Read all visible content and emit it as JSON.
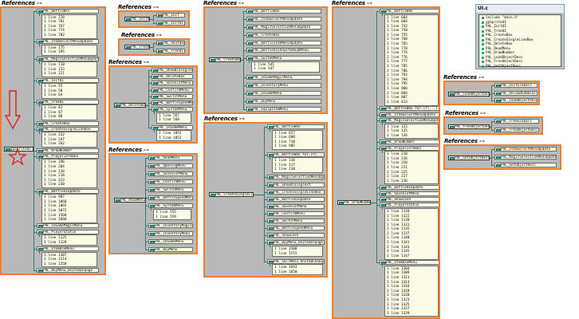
{
  "window": {
    "title": "References"
  },
  "panels": [
    {
      "title": "References",
      "source": "gpSpriteUI",
      "callees": [
        {
          "name": "PAL_BattleWin",
          "lines": [
            "1 line 728",
            "1 line 781",
            "1 line 767",
            "1 line 774",
            "1 line 782"
          ]
        },
        {
          "name": "PAL_ItemSelectMenuUpdate",
          "lines": [
            "1 line 175",
            "1 line 195"
          ]
        },
        {
          "name": "PAL_MagicSelectionMenuUpdate",
          "lines": [
            "1 line 110",
            "1 line 153",
            "1 line 221"
          ]
        },
        {
          "name": "PAL_InitUI",
          "lines": [
            "1 line 55",
            "1 line 58",
            "1 line 64"
          ]
        },
        {
          "name": "PAL_FreeUI",
          "lines": [
            "1 line 81",
            "1 line 87",
            "1 line 88"
          ]
        },
        {
          "name": "PAL_CreateBox",
          "lines": []
        },
        {
          "name": "PAL_CreateSingleLineBox",
          "lines": [
            "1 line 232",
            "1 line 247",
            "1 line 262"
          ]
        },
        {
          "name": "PAL_DrawNumber",
          "lines": []
        },
        {
          "name": "PAL_PlayerInfoBox",
          "lines": [
            "1 line 196",
            "1 line 204",
            "1 line 210",
            "1 line 218",
            "1 line 223",
            "1 line 230"
          ]
        },
        {
          "name": "PAL_BattleUIUpdate",
          "lines": [
            "1 line 987",
            "1 line 1060",
            "1 line 1065",
            "1 line 1072",
            "1 line 1568",
            "1 line 1666"
          ]
        },
        {
          "name": "PAL_InGameMagicMenu",
          "lines": []
        },
        {
          "name": "PAL_PlayerStatus",
          "lines": [
            "1 line 1125",
            "1 line 1128"
          ]
        },
        {
          "name": "PAL_ItemUseMenu",
          "lines": [
            "1 line 1307",
            "1 line 1314",
            "1 line 1350"
          ]
        },
        {
          "name": "PAL_BuyMenu_OnItemChange",
          "lines": []
        }
      ]
    },
    {
      "title": "References",
      "source": "PAL_InitUI",
      "callees": [
        {
          "name": "PAL_Init",
          "lines": []
        },
        {
          "name": "PAL_InitUI",
          "lines": []
        }
      ]
    },
    {
      "title": "References",
      "source": "PAL_FreeUI",
      "callees": [
        {
          "name": "PAL_Shutdown",
          "lines": []
        },
        {
          "name": "PAL_FreeUI",
          "lines": []
        }
      ]
    },
    {
      "title": "References",
      "source": "PAL_DeleteBox",
      "callees": [
        {
          "name": "PAL_ShowDialogText",
          "lines": []
        },
        {
          "name": "PAL_DeleteBox",
          "lines": []
        },
        {
          "name": "PAL_SaveSlotMenu",
          "lines": []
        },
        {
          "name": "PAL_ConfirmMenu",
          "lines": []
        },
        {
          "name": "PAL_SwitchMenu",
          "lines": []
        },
        {
          "name": "PAL_BattleSpeedMenu",
          "lines": []
        },
        {
          "name": "PAL_SystemMenu",
          "lines": [
            "1 line 567",
            "1 line 568"
          ]
        },
        {
          "name": "PAL_InGameMenu",
          "lines": [
            "1 line 1052",
            "1 line 1053"
          ]
        }
      ]
    },
    {
      "title": "References",
      "source": "PAL_ReadMenu",
      "callees": [
        {
          "name": "PAL_ReadMenu",
          "lines": []
        },
        {
          "name": "PAL_OpeningMenu",
          "lines": []
        },
        {
          "name": "PAL_SaveSlotMenu",
          "lines": []
        },
        {
          "name": "PAL_ConfirmMenu",
          "lines": []
        },
        {
          "name": "PAL_SwitchMenu",
          "lines": []
        },
        {
          "name": "PAL_BattleSpeedMenu",
          "lines": []
        },
        {
          "name": "PAL_SystemMenu",
          "lines": [
            "1 line 555",
            "1 line 559"
          ]
        },
        {
          "name": "PAL_InventoryMagicMenu",
          "lines": []
        },
        {
          "name": "PAL_InventoryMenu",
          "lines": []
        },
        {
          "name": "PAL_InGameMenu",
          "lines": []
        },
        {
          "name": "PAL_BuyMenu",
          "lines": []
        }
      ]
    },
    {
      "title": "References",
      "source": "PAL_CreateBox",
      "callees": [
        {
          "name": "PAL_BattleWon",
          "lines": []
        },
        {
          "name": "PAL_ItemSelectMenuUpdate",
          "lines": []
        },
        {
          "name": "PAL_MagicSelectionMenuUpdate",
          "lines": []
        },
        {
          "name": "PAL_CreateBox",
          "lines": []
        },
        {
          "name": "PAL_BattleItemMenuUpdate",
          "lines": []
        },
        {
          "name": "PAL_BattleUIShowItemSubMenu",
          "lines": []
        },
        {
          "name": "PAL_SystemMenu",
          "lines": [
            "1 line 545",
            "1 line 547"
          ]
        },
        {
          "name": "PAL_InGameMagicMenu",
          "lines": []
        },
        {
          "name": "PAL_InventoryMenu",
          "lines": []
        },
        {
          "name": "PAL_InGameMenu",
          "lines": []
        },
        {
          "name": "PAL_BuyMenu",
          "lines": []
        },
        {
          "name": "PAL_EquipItemMenu",
          "lines": []
        }
      ]
    },
    {
      "title": "References",
      "source": "PAL_CreateSingleLineBox",
      "callees": [
        {
          "name": "PAL_BattleWon",
          "lines": [
            "1 line 657",
            "1 line 688",
            "1 line 718",
            "1 line 905"
          ]
        },
        {
          "name": "PAL_BattleWon.for.if(...)",
          "lines": [
            "1 line 110",
            "1 line 117",
            "1 line 130"
          ]
        },
        {
          "name": "PAL_MagicSelectionMenuUpdate",
          "lines": []
        },
        {
          "name": "PAL_ShowDialogText",
          "lines": []
        },
        {
          "name": "PAL_CreateSingleLineBox",
          "lines": []
        },
        {
          "name": "PAL_BattleUIUpdate",
          "lines": []
        },
        {
          "name": "PAL_SaveSlotMenu",
          "lines": []
        },
        {
          "name": "PAL_ConfirmMenu",
          "lines": []
        },
        {
          "name": "PAL_SwitchMenu",
          "lines": []
        },
        {
          "name": "PAL_BattleSpeedMenu",
          "lines": []
        },
        {
          "name": "PAL_ShowCash",
          "lines": []
        },
        {
          "name": "PAL_BuyMenu_OnItemChange",
          "lines": [
            "1 line 1508",
            "1 line 1515"
          ]
        },
        {
          "name": "PAL_SellMenu_OnItemChange",
          "lines": [
            "1 line 1643",
            "1 line 1650"
          ]
        }
      ]
    },
    {
      "title": "References",
      "source": "PAL_DrawNumber",
      "callees": [
        {
          "name": "PAL_BattleWon",
          "lines": [
            "1 line 664",
            "1 line 684",
            "1 line 743",
            "1 line 750",
            "1 line 755",
            "1 line 760",
            "1 line 765",
            "1 line 770",
            "1 line 774",
            "1 line 776",
            "1 line 777",
            "1 line 785",
            "1 line 786",
            "1 line 793",
            "1 line 794",
            "1 line 795",
            "1 line 800",
            "1 line 804",
            "1 line 807",
            "1 line 813"
          ]
        },
        {
          "name": "PAL_BattleWon.for.if(...)",
          "lines": []
        },
        {
          "name": "PAL_ItemSelectMenuUpdate",
          "lines": []
        },
        {
          "name": "PAL_MagicSelectionMenuUpdate",
          "lines": [
            "1 line 122",
            "1 line 125",
            "1 line 136"
          ]
        },
        {
          "name": "PAL_DrawNumber",
          "lines": []
        },
        {
          "name": "PAL_PlayerInfoBox",
          "lines": [
            "1 line 210",
            "1 line 216",
            "1 line 220",
            "1 line 221",
            "1 line 225",
            "1 line 227",
            "1 line 236"
          ]
        },
        {
          "name": "PAL_BattleUIUpdate",
          "lines": []
        },
        {
          "name": "PAL_SaveSlotMenu",
          "lines": []
        },
        {
          "name": "PAL_ShowCash",
          "lines": []
        },
        {
          "name": "PAL_PlayerStatus",
          "lines": [
            "1 line 1120",
            "1 line 1122",
            "1 line 1130",
            "1 line 1131",
            "1 line 1135",
            "1 line 1137",
            "1 line 1140",
            "1 line 1141",
            "1 line 1143",
            "1 line 1145",
            "1 line 1147"
          ]
        },
        {
          "name": "PAL_ItemUseMenu",
          "lines": [
            "1 line 1304",
            "1 line 1309",
            "1 line 1311",
            "1 line 1313",
            "1 line 1316",
            "1 line 1318",
            "1 line 1320",
            "1 line 1323",
            "1 line 1325",
            "1 line 1327",
            "1 line 1329"
          ]
        }
      ]
    },
    {
      "title": "References",
      "source": "PAL_LoadObjectDesc",
      "callees": [
        {
          "name": "PAL_InitGlobals",
          "lines": []
        },
        {
          "name": "PAL_ReloadGameCallback",
          "lines": []
        },
        {
          "name": "PAL_LoadObjectDesc",
          "lines": []
        }
      ]
    },
    {
      "title": "References",
      "source": "PAL_FreeObjectDesc",
      "callees": [
        {
          "name": "PAL_FreeGlobals",
          "lines": []
        },
        {
          "name": "PAL_FreeObjectDesc",
          "lines": []
        }
      ]
    },
    {
      "title": "References",
      "source": "PAL_GetObjectDesc",
      "callees": [
        {
          "name": "PAL_ItemSelectMenuUpdate",
          "lines": []
        },
        {
          "name": "PAL_MagicSelectionMenuUpdate",
          "lines": []
        },
        {
          "name": "PAL_GetObjectDesc",
          "lines": []
        }
      ]
    }
  ],
  "ui_file": {
    "title": "UI.c",
    "items": [
      "include \"main.h\"",
      "gpSpriteUI",
      "PAL_InitUI",
      "PAL_FreeUI",
      "PAL_CreateBox",
      "PAL_CreateSingleLineBox",
      "PAL_DeleteBox",
      "PAL_ReadMenu",
      "PAL_DrawNumber",
      "PAL_LoadObjectDesc",
      "PAL_FreeObjectDesc",
      "PAL_GetObjectDesc"
    ]
  },
  "colors": {
    "accent": "#ef7f2b",
    "annotation": "#e02020",
    "pane": "#b9b9b9",
    "node": "#fbfbe6"
  },
  "icons": {
    "arrow": "down-arrow-icon",
    "star": "star-icon"
  }
}
